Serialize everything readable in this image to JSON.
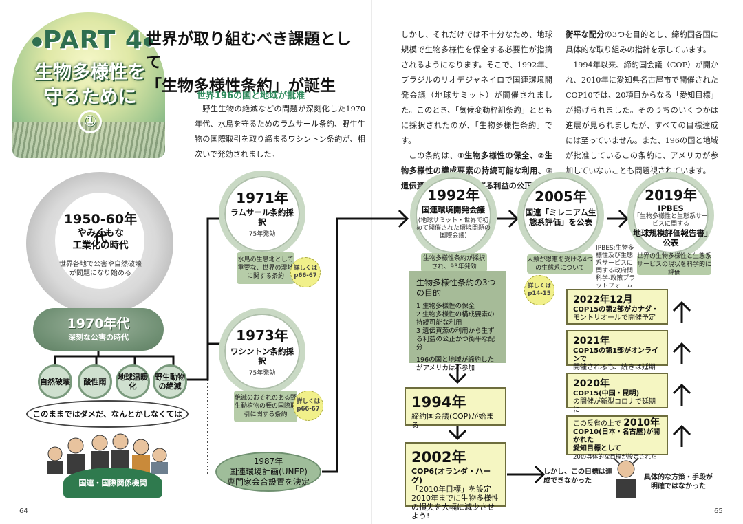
{
  "header": {
    "part_label": "PART",
    "part_number": "4",
    "chapter_title_line1": "生物多様性を",
    "chapter_title_line2": "守るために",
    "chapter_number": "①",
    "headline_line1": "世界が取り組むべき課題として",
    "headline_line2": "「生物多様性条約」が誕生",
    "subheading": "世界196の国と地域が批准"
  },
  "body": {
    "left_para": "野生生物の絶滅などの問題が深刻化した1970年代、水鳥を守るためのラムサール条約、野生生物の国際取引を取り締まるワシントン条約が、相次いで発効されました。",
    "right_col1_p1": "しかし、それだけでは不十分なため、地球規模で生物多様性を保全する必要性が指摘されるようになります。そこで、1992年、ブラジルのリオデジャネイロで国連環境開発会議（地球サミット）が開催されました。このとき、「気候変動枠組条約」とともに採択されたのが、「生物多様性条約」です。",
    "right_col1_p2_pre": "この条約は、",
    "right_col1_p2_hl": "①生物多様性の保全、②生物多様性の構成要素の持続可能な利用、③遺伝資源の利用から生ずる利益の公正かつ",
    "right_col2_hl": "衡平な配分",
    "right_col2_p1": "の3つを目的とし、締約国各国に具体的な取り組みの指針を示しています。",
    "right_col2_p2": "1994年以来、締約国会議（COP）が開かれ、2010年に愛知県名古屋市で開催されたCOP10では、20項目からなる「愛知目標」が掲げられました。そのうちのいくつかは進展が見られましたが、すべての目標達成には至っていません。また、196の国と地域が批准しているこの条約に、アメリカが参加していないことも問題視されています。"
  },
  "left_diagram": {
    "era1_year": "1950-60年代",
    "era1_title_line1": "やみくもな",
    "era1_title_line2": "工業化の時代",
    "era1_desc": "世界各地で公害や自然破壊が問題になり始める",
    "era2_year": "1970年代",
    "era2_title": "深刻な公害の時代",
    "issues": [
      "自然破壊",
      "酸性雨",
      "地球温暖化",
      "野生動物の絶滅"
    ],
    "speech": "このままではダメだ、なんとかしなくては",
    "intl_label": "国連・国際関係機関",
    "unep_line1": "1987年",
    "unep_line2": "国連環境計画(UNEP)",
    "unep_line3": "専門家会合設置を決定"
  },
  "timeline": {
    "c1971": {
      "year": "1971年",
      "title": "ラムサール条約採択",
      "sub": "75年発効",
      "note": "水鳥の生息地として重要な、世界の湿地に関する条約",
      "ref": "詳しくはp66-67"
    },
    "c1973": {
      "year": "1973年",
      "title": "ワシントン条約採択",
      "sub": "75年発効",
      "note": "絶滅のおそれのある野生動植物の種の国際取引に関する条約",
      "ref": "詳しくはp66-67"
    },
    "c1992": {
      "year": "1992年",
      "title": "国連環境開発会議",
      "sub": "(地球サミット・世界で初めて開催された環境問題の国際会議)",
      "note": "生物多様性条約が採択され、93年発効"
    },
    "c2005": {
      "year": "2005年",
      "title": "国連「ミレニアム生態系評価」を公表",
      "note": "人類が恩恵を受ける4つの生態系について",
      "ref": "詳しくはp14-15"
    },
    "c2019": {
      "year": "2019年",
      "title1": "IPBES",
      "title2": "「生物多様性と生態系サービスに関する",
      "title3": "地球規模評価報告書」公表",
      "note": "世界の生物多様性と生態系サービスの現状を科学的に評価",
      "ipbes_note": "IPBES:生物多様性及び生態系サービスに関する政府間科学-政策プラットフォーム"
    },
    "treaty_title": "生物多様性条約の3つの目的",
    "treaty_items": [
      "1 生物多様性の保全",
      "2 生物多様性の構成要素の持続可能な利用",
      "3 遺伝資源の利用から生ずる利益の公正かつ衡平な配分"
    ],
    "treaty_note": "196の国と地域が締約したがアメリカは不参加",
    "y1994": {
      "year": "1994年",
      "text": "締約国会議(COP)が始まる"
    },
    "y2002": {
      "year": "2002年",
      "t1": "COP6(オランダ・ハーグ)",
      "t2": "「2010年目標」を設定",
      "t3": "2010年までに生物多様性の損失を大幅に減少させよう!"
    },
    "y2010": {
      "t1": "この反省の上で",
      "year": "2010年",
      "t2": "COP10(日本・名古屋)が開かれた",
      "t3": "愛知目標として",
      "t4": "20の具体的な目標が設定された"
    },
    "y2020": {
      "year": "2020年",
      "t1": "COP15(中国・昆明)",
      "t2": "の開催が新型コロナで延期に"
    },
    "y2021": {
      "year": "2021年",
      "t1": "COP15の第1部がオンラインで",
      "t2": "開催されるも、続きは延期"
    },
    "y2022": {
      "year": "2022年12月",
      "t1": "COP15の第2部がカナダ・",
      "t2": "モントリオールで開催予定"
    },
    "failed": "しかし、この目標は達成できなかった",
    "reason": "具体的な方策・手段が明確ではなかった"
  },
  "pages": {
    "left": "64",
    "right": "65"
  }
}
